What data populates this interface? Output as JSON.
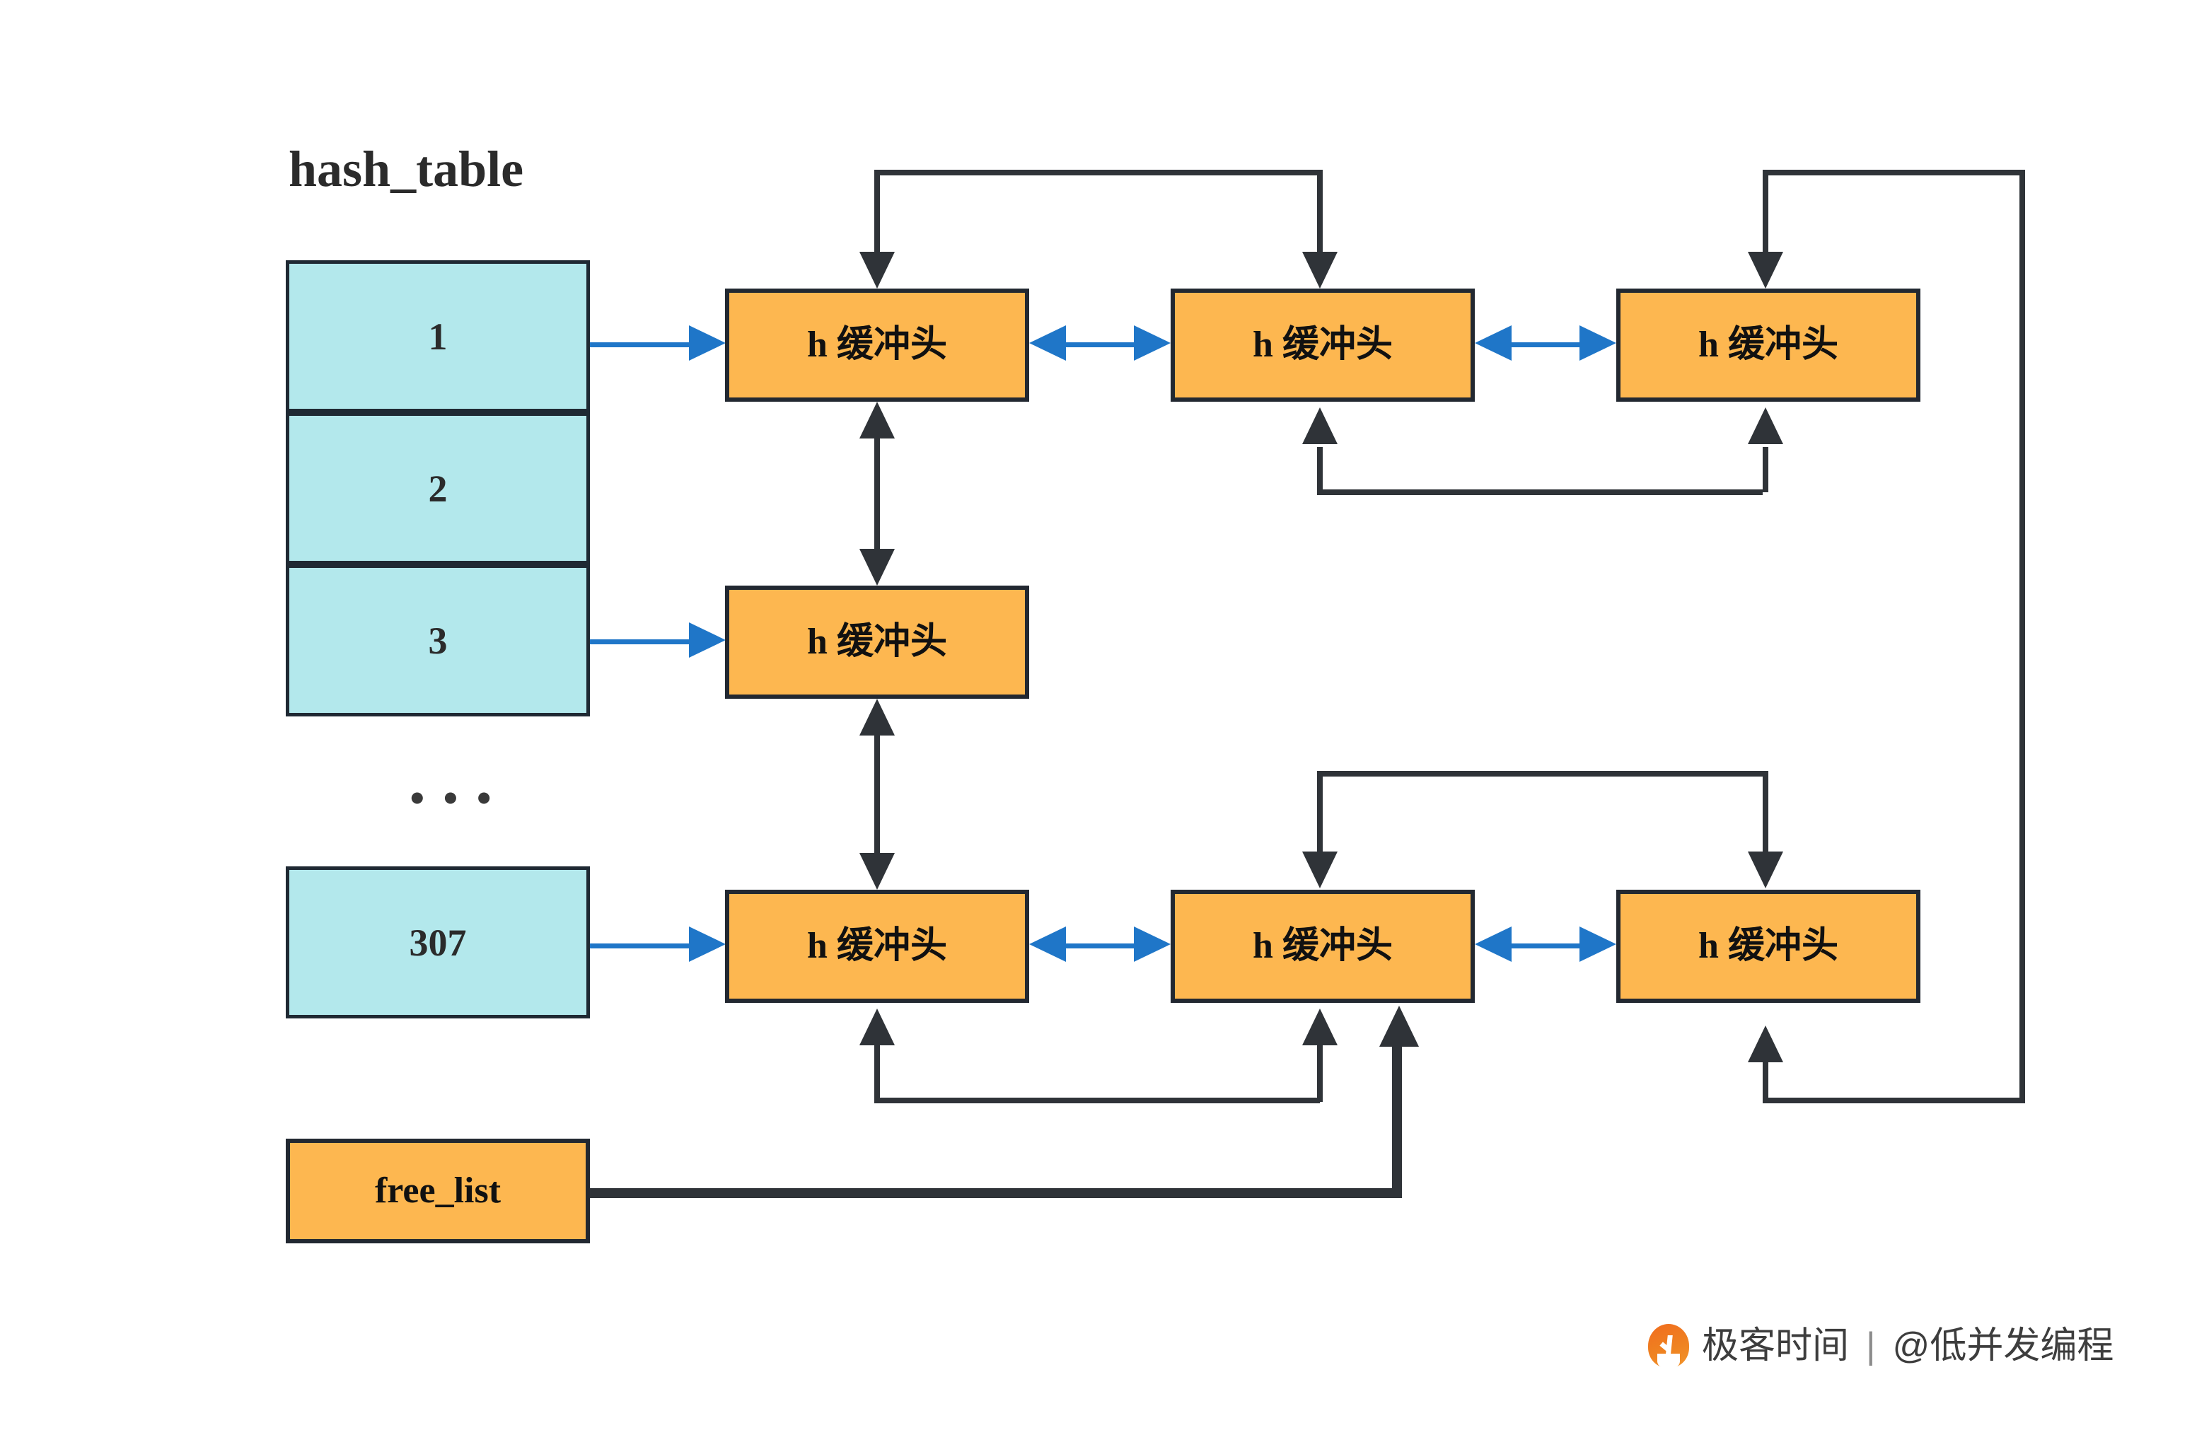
{
  "diagram": {
    "title": "hash_table",
    "ellipsis": "• • •"
  },
  "hash_table": {
    "label": "hash_table",
    "cells": [
      {
        "index": "1"
      },
      {
        "index": "2"
      },
      {
        "index": "3"
      },
      {
        "index": "307"
      }
    ]
  },
  "nodes": {
    "buffer_head_label": "h 缓冲头",
    "free_list_label": "free_list",
    "rows": [
      {
        "row": 1,
        "items": [
          "h 缓冲头",
          "h 缓冲头",
          "h 缓冲头"
        ]
      },
      {
        "row": 2,
        "items": [
          "h 缓冲头"
        ]
      },
      {
        "row": 3,
        "items": [
          "h 缓冲头",
          "h 缓冲头",
          "h 缓冲头"
        ]
      }
    ]
  },
  "colors": {
    "node_fill": "#fdb750",
    "node_border": "#222831",
    "cell_fill": "#b3e8ec",
    "cell_border": "#1f2933",
    "blue_arrow": "#1f76c8",
    "dark_arrow": "#2f3338",
    "text": "#2b2b2b",
    "watermark_orange": "#f0781f"
  },
  "watermark": {
    "brand": "极客时间",
    "separator": "|",
    "handle": "@低并发编程"
  }
}
